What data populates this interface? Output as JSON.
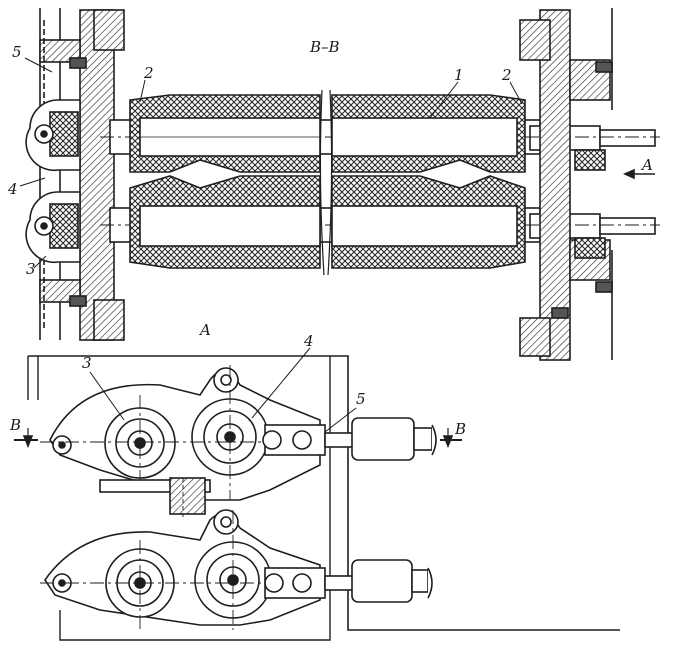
{
  "colors": {
    "ink": "#1e1e1e",
    "paper": "#ffffff",
    "hatch": "#3a3a3a",
    "fill": "#555555"
  },
  "labels": {
    "section_title": "B–B",
    "view_title": "A",
    "arrow_a": "A",
    "callout_1": "1",
    "callout_2_left": "2",
    "callout_2_right": "2",
    "callout_3_top": "3",
    "callout_4_top": "4",
    "callout_5_top": "5",
    "callout_3_bottom": "3",
    "callout_4_bottom": "4",
    "callout_5_bottom": "5",
    "section_mark_left": "B",
    "section_mark_right": "B"
  }
}
